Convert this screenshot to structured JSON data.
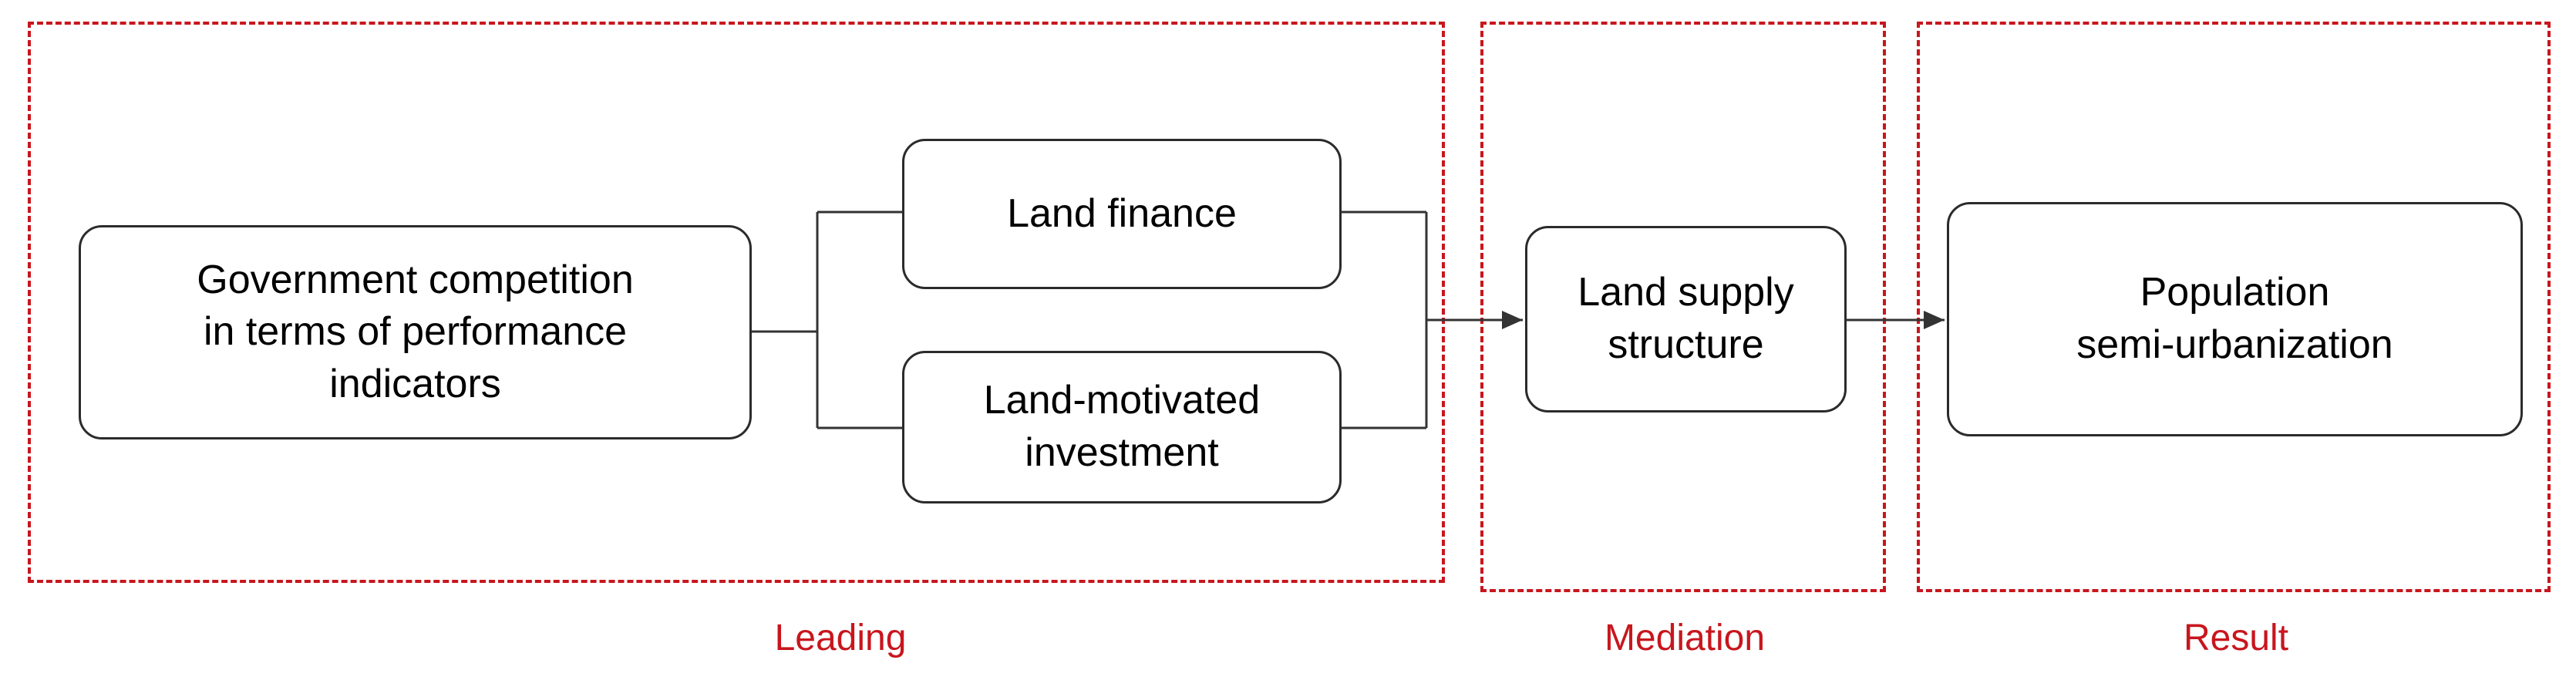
{
  "colors": {
    "group_border": "#c8161d",
    "stage_label": "#c8161d",
    "node_border": "#2b2b2b",
    "connector": "#333333"
  },
  "nodes": {
    "government_competition": "Government competition\nin terms of performance\nindicators",
    "land_finance": "Land finance",
    "land_motivated_investment": "Land-motivated\ninvestment",
    "land_supply_structure": "Land supply\nstructure",
    "population_semi_urbanization": "Population\nsemi-urbanization"
  },
  "stages": {
    "leading": "Leading",
    "mediation": "Mediation",
    "result": "Result"
  }
}
